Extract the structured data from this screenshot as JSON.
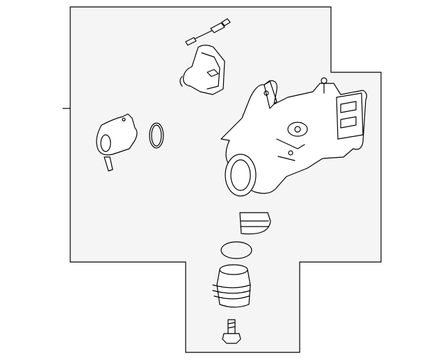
{
  "diagram": {
    "colors": {
      "background": "#ffffff",
      "panel_fill": "#f5f5f5",
      "line": "#000000"
    },
    "parts": [
      {
        "name": "sensor-wire"
      },
      {
        "name": "actuator"
      },
      {
        "name": "thermostat-housing"
      },
      {
        "name": "o-ring-small"
      },
      {
        "name": "turbocharger"
      },
      {
        "name": "o-ring-large"
      },
      {
        "name": "fitting"
      },
      {
        "name": "bolt"
      }
    ]
  }
}
